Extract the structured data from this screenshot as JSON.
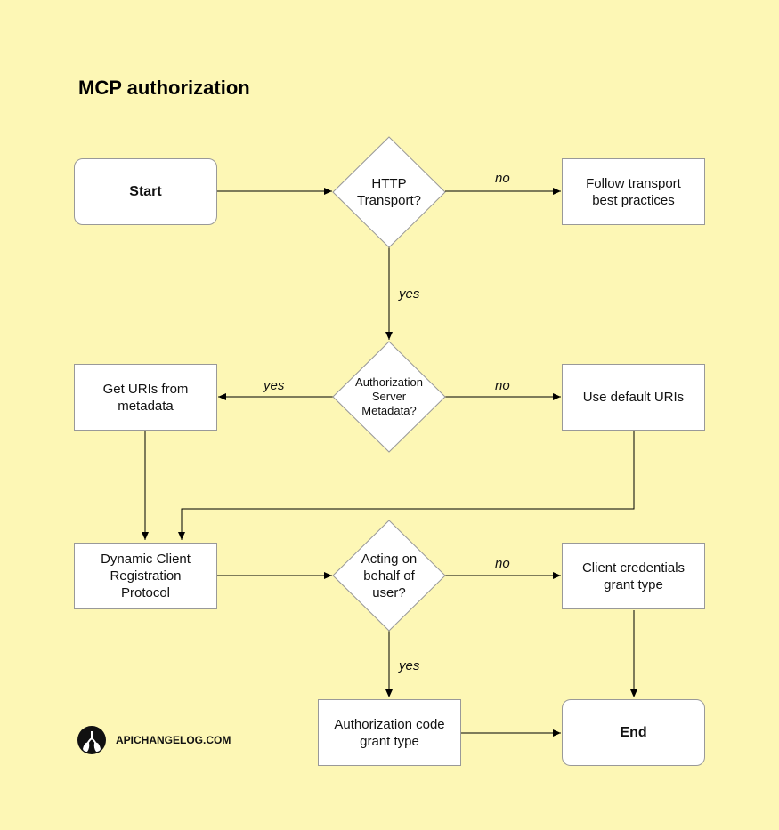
{
  "title": "MCP authorization",
  "nodes": {
    "start": "Start",
    "http_transport": "HTTP\nTransport?",
    "follow_transport": "Follow transport\nbest practices",
    "auth_metadata": "Authorization\nServer\nMetadata?",
    "get_uris": "Get URIs from\nmetadata",
    "default_uris": "Use default URIs",
    "dcr": "Dynamic Client\nRegistration\nProtocol",
    "acting_behalf": "Acting on\nbehalf of\nuser?",
    "client_credentials": "Client credentials\ngrant type",
    "auth_code": "Authorization code\ngrant type",
    "end": "End"
  },
  "edge_labels": {
    "http_no": "no",
    "http_yes": "yes",
    "meta_yes": "yes",
    "meta_no": "no",
    "acting_no": "no",
    "acting_yes": "yes"
  },
  "brand": {
    "text": "APICHANGELOG.COM",
    "logo_icon": "lungs-logo-icon"
  },
  "colors": {
    "background": "#fdf7b5",
    "node_fill": "#ffffff",
    "node_border": "#999999",
    "line": "#000000"
  }
}
